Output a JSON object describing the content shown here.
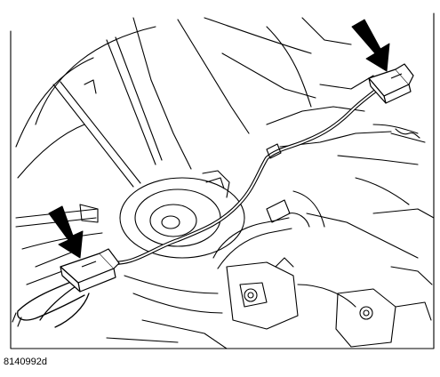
{
  "figure": {
    "code": "8140992d",
    "callouts": [
      {
        "id": "arrow-upper-right",
        "points_to": "upper-connector"
      },
      {
        "id": "arrow-lower-left",
        "points_to": "lower-connector"
      }
    ]
  },
  "colors": {
    "line": "#000000",
    "background": "#ffffff",
    "arrow": "#000000"
  }
}
